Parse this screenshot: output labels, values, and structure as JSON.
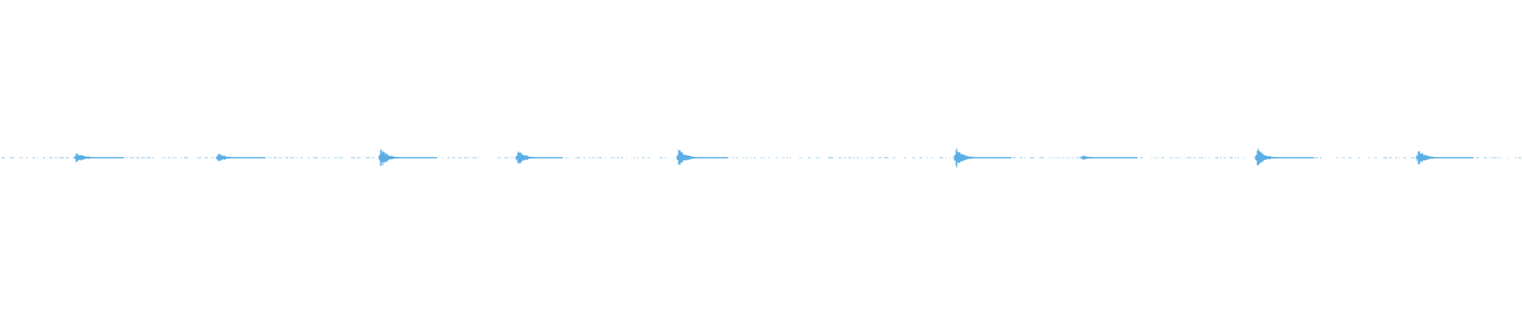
{
  "waveform": {
    "color": "#5aaee3",
    "background": "#ffffff",
    "duration_fraction_onsets": [
      0.05,
      0.143,
      0.25,
      0.34,
      0.446,
      0.628,
      0.711,
      0.826,
      0.932
    ],
    "onset_relative_amplitudes": [
      0.6,
      0.5,
      0.9,
      0.75,
      0.9,
      1.0,
      0.25,
      1.0,
      0.85
    ]
  }
}
